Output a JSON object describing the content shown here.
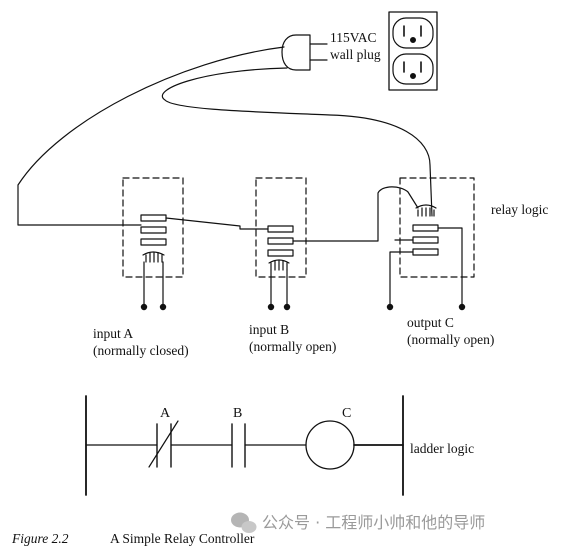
{
  "top": {
    "plug_label_1": "115VAC",
    "plug_label_2": "wall plug",
    "relay_logic_label": "relay logic",
    "input_a_label": "input A",
    "input_a_state": "(normally closed)",
    "input_b_label": "input B",
    "input_b_state": "(normally open)",
    "output_c_label": "output C",
    "output_c_state": "(normally open)"
  },
  "ladder": {
    "contact_a": "A",
    "contact_b": "B",
    "coil_c": "C",
    "ladder_logic_label": "ladder logic"
  },
  "caption": {
    "figure_number": "Figure 2.2",
    "title": "A Simple Relay Controller"
  },
  "watermark": {
    "text": "公众号 · 工程师小帅和他的导师"
  }
}
